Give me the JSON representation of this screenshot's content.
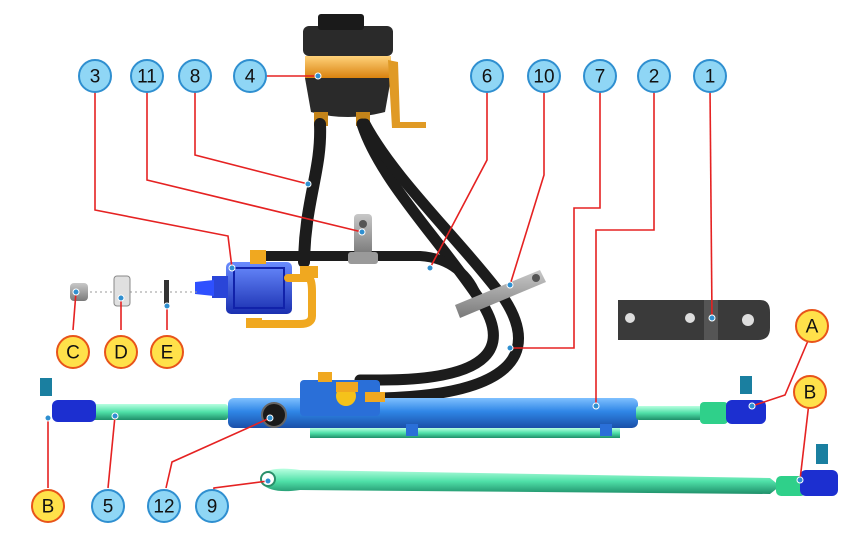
{
  "colors": {
    "leader": "#e52222",
    "callout_blue_fill": "#8fd6f5",
    "callout_blue_stroke": "#2f8fd0",
    "callout_yellow_fill": "#ffe14a",
    "callout_yellow_stroke": "#e8541a",
    "hose": "#1c1c1c",
    "cylinder": "#2b7fe0",
    "tierod": "#4fe0a8",
    "tank_orange": "#f5a623"
  },
  "callouts": {
    "n1": "1",
    "n2": "2",
    "n3": "3",
    "n4": "4",
    "n5": "5",
    "n6": "6",
    "n7": "7",
    "n8": "8",
    "n9": "9",
    "n10": "10",
    "n11": "11",
    "n12": "12",
    "A": "A",
    "B_left": "B",
    "B_right": "B",
    "C": "C",
    "D": "D",
    "E": "E"
  }
}
